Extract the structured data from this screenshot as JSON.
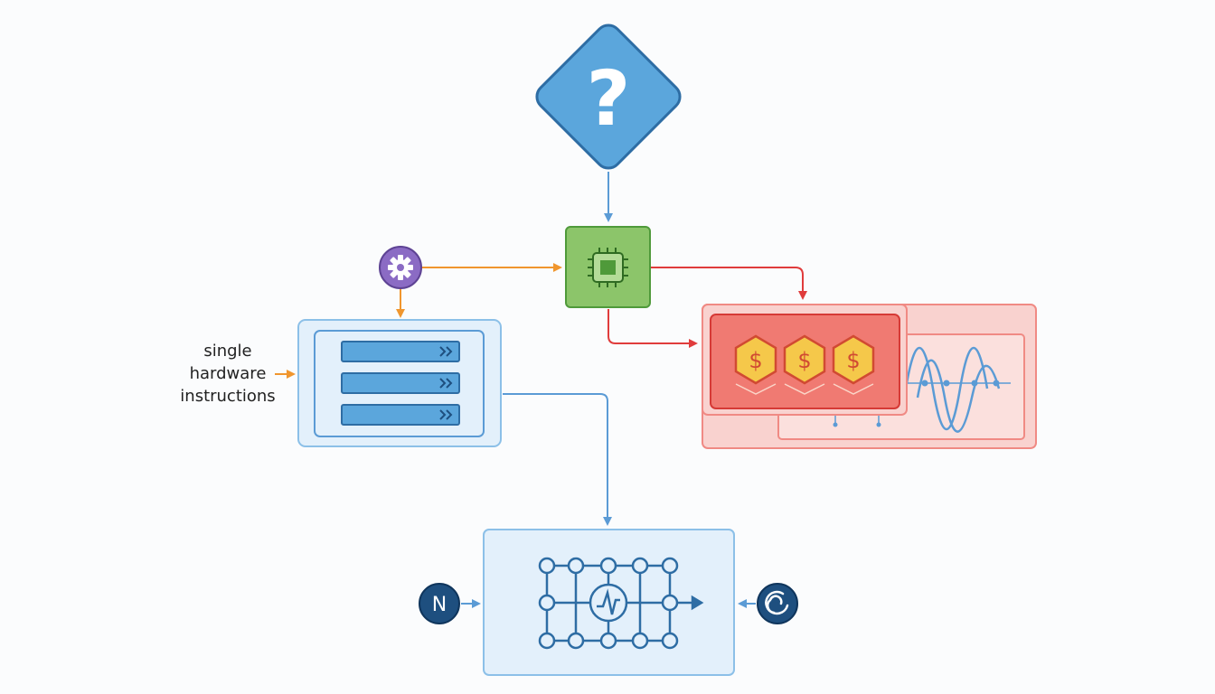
{
  "decision": {
    "symbol": "?"
  },
  "input_label": {
    "lines": [
      "single",
      "hardware",
      "instructions"
    ]
  },
  "cost_node": {
    "symbols": [
      "$",
      "$",
      "$"
    ]
  },
  "left_badge": {
    "letter": "N"
  },
  "right_badge": {
    "icon": "swirl-icon"
  },
  "colors": {
    "blue_stroke": "#5b9bd5",
    "blue_dark": "#2e6da4",
    "blue_fill": "#e3f0fb",
    "diamond_fill": "#5ba6dc",
    "green_fill": "#8cc56a",
    "green_stroke": "#4f9a3a",
    "orange": "#f0962e",
    "purple": "#8b6bc4",
    "red": "#e03c3c",
    "red_fill": "#f07a72",
    "pink_fill": "#f9d2cf",
    "gold": "#f5c84a",
    "navy": "#1e4f7f"
  }
}
